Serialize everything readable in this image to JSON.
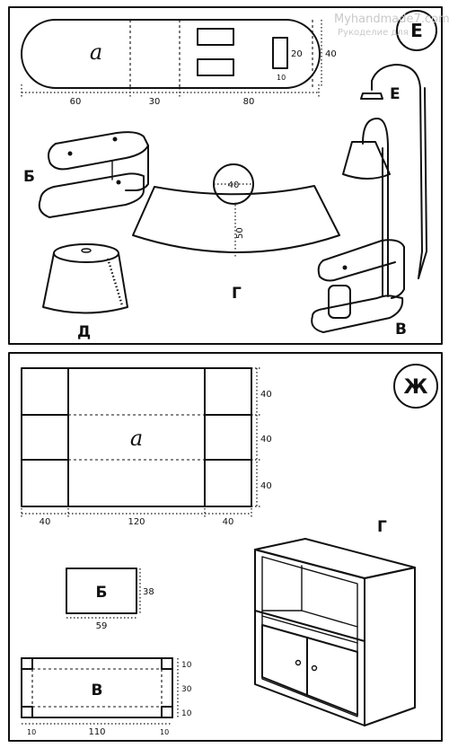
{
  "watermark": {
    "site": "Myhandmade7.com",
    "tagline": "Рукоделие для"
  },
  "panel_top": {
    "marker": "Е",
    "tray": {
      "label": "а",
      "dims": {
        "left": "60",
        "middle": "30",
        "right": "80",
        "height": "40",
        "slot_w": "20",
        "slot_h": "10"
      }
    },
    "parts": {
      "clamp": "Б",
      "clamp_lamp": "В",
      "shade_strip": "Г",
      "shade": "Д",
      "shower": "Е"
    },
    "shade_dims": {
      "circle": "40",
      "height": "50"
    }
  },
  "panel_bottom": {
    "marker": "Ж",
    "sheet": {
      "label": "а",
      "dims": {
        "left": "40",
        "middle": "120",
        "right": "40",
        "row1": "40",
        "row2": "40",
        "row3": "40"
      }
    },
    "box_b": {
      "label": "Б",
      "width": "59",
      "height": "38"
    },
    "box_v": {
      "label": "В",
      "width": "110",
      "d_top": "10",
      "d_mid": "30",
      "d_bot": "10",
      "corner_left": "10",
      "corner_right": "10"
    },
    "cabinet_label": "Г"
  }
}
